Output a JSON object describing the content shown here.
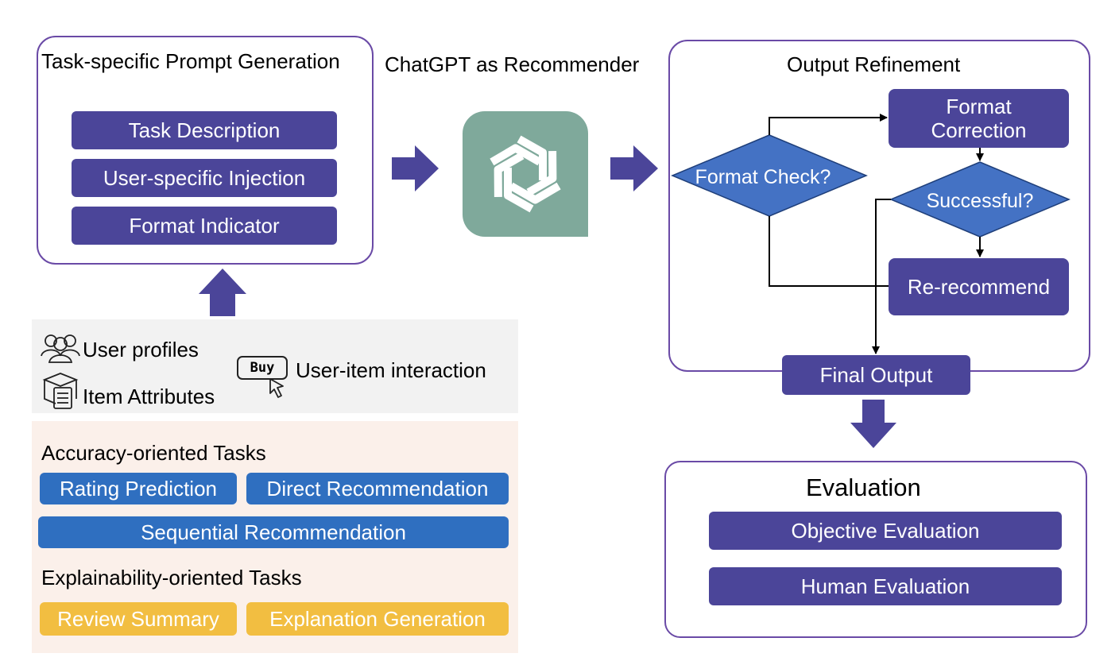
{
  "prompt_gen": {
    "title": "Task-specific Prompt Generation",
    "items": [
      "Task Description",
      "User-specific Injection",
      "Format Indicator"
    ]
  },
  "recommender": {
    "title": "ChatGPT as Recommender",
    "logo_icon": "openai-logo-icon"
  },
  "refinement": {
    "title": "Output Refinement",
    "format_check": "Format Check?",
    "format_correction_line1": "Format",
    "format_correction_line2": "Correction",
    "successful": "Successful?",
    "re_recommend": "Re-recommend",
    "final_output": "Final Output"
  },
  "inputs": {
    "user_profiles": "User profiles",
    "item_attributes": "Item Attributes",
    "buy_label": "Buy",
    "user_item_interaction": "User-item interaction"
  },
  "tasks": {
    "accuracy_heading": "Accuracy-oriented Tasks",
    "rating_prediction": "Rating Prediction",
    "direct_recommendation": "Direct Recommendation",
    "sequential_recommendation": "Sequential Recommendation",
    "explainability_heading": "Explainability-oriented Tasks",
    "review_summary": "Review Summary",
    "explanation_generation": "Explanation Generation"
  },
  "evaluation": {
    "title": "Evaluation",
    "objective": "Objective Evaluation",
    "human": "Human Evaluation"
  },
  "colors": {
    "frame": "#6a4aa6",
    "pill": "#4b4599",
    "diamond": "#4472c4",
    "blue_task": "#2f6fc0",
    "yellow_task": "#f2be41",
    "logo_bg": "#7fa99b",
    "input_bg": "#f2f2f2",
    "task_bg": "#fbf0ea"
  }
}
